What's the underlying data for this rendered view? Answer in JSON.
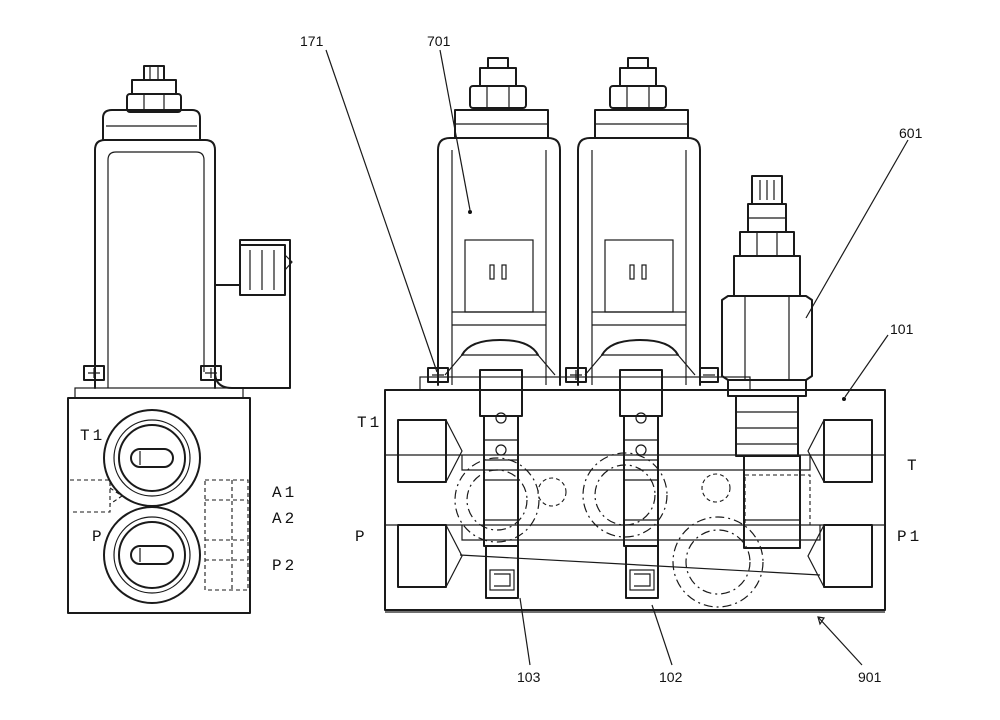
{
  "callouts": {
    "c171": "171",
    "c701": "701",
    "c601": "601",
    "c101": "101",
    "c103": "103",
    "c102": "102",
    "c901": "901"
  },
  "side_view_ports": {
    "t1": "T1",
    "p": "P",
    "a1": "A1",
    "a2": "A2",
    "p2": "P2"
  },
  "front_view_ports": {
    "t1": "T1",
    "p": "P",
    "t": "T",
    "p1": "P1"
  }
}
